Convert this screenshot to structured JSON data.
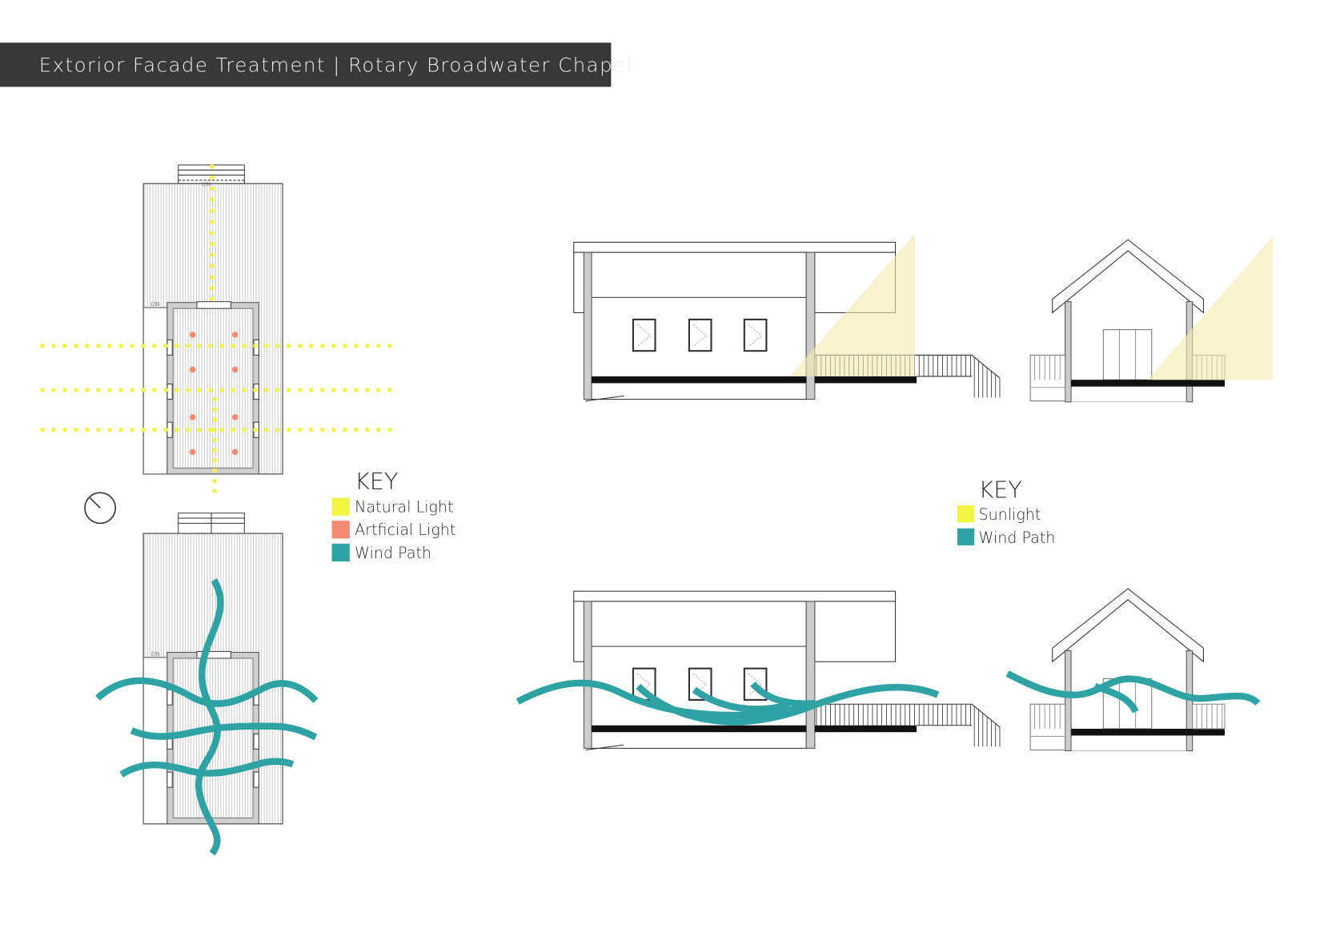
{
  "header": {
    "title": "Extorior Facade Treatment | Rotary Broadwater Chapel"
  },
  "plan": {
    "dn_label": "DN"
  },
  "plan_key": {
    "title": "KEY",
    "items": [
      {
        "label": "Natural Light",
        "color": "#f2f542"
      },
      {
        "label": "Artficial Light",
        "color": "#f48a72"
      },
      {
        "label": "Wind Path",
        "color": "#2fa3a3"
      }
    ]
  },
  "elevation_key": {
    "title": "KEY",
    "items": [
      {
        "label": "Sunlight",
        "color": "#f2f542"
      },
      {
        "label": "Wind Path",
        "color": "#2fa3a3"
      }
    ]
  }
}
